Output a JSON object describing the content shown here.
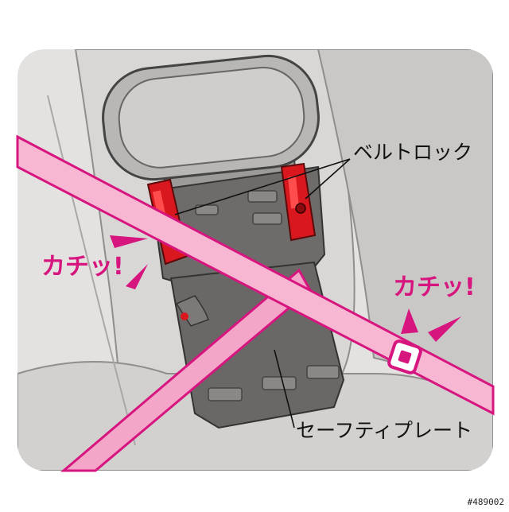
{
  "labels": {
    "belt_lock": "ベルトロック",
    "safety_plate": "セーフティプレート",
    "click_left": "カチッ!",
    "click_right": "カチッ!",
    "image_id": "#489002"
  },
  "colors": {
    "background": "#e3e2e0",
    "seat": "#d9d8d6",
    "plate": "#6a6866",
    "belt": "#f4a6c8",
    "belt_stroke": "#d6157f",
    "lock_red": "#d8181e",
    "accent": "#d6157f"
  },
  "icons": {
    "click_marks": "sound-burst-icon"
  }
}
